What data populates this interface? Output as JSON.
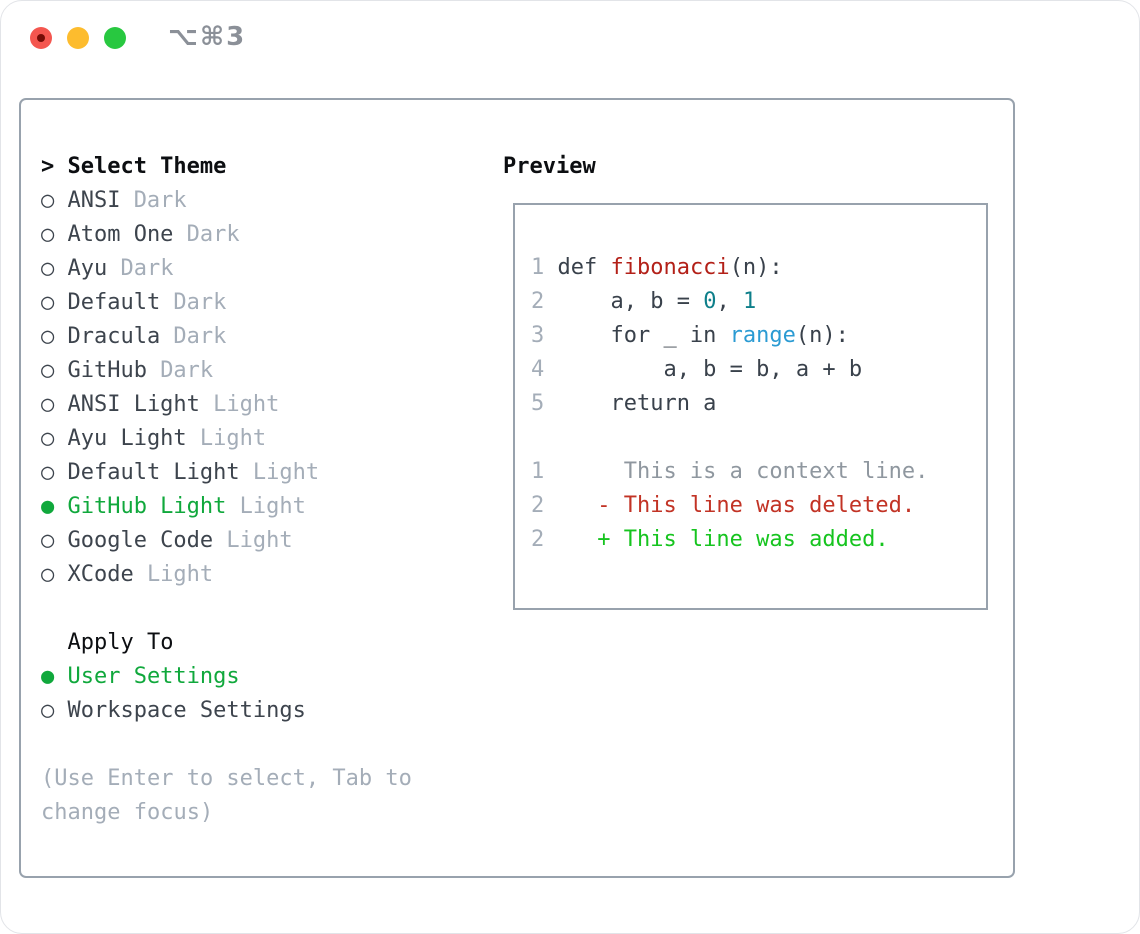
{
  "titlebar": {
    "shortcut": "⌥⌘3"
  },
  "icons": {
    "radio_on": "●",
    "radio_off": "○",
    "prompt": ">"
  },
  "colors": {
    "selected_green": "#10a83c",
    "added_green": "#16c41f",
    "deleted_red": "#c23325",
    "function_red": "#b32018",
    "number_teal": "#0e7f8a",
    "builtin_blue": "#2b9bd3",
    "code_dark": "#39414b",
    "dim_gray": "#a4adb8",
    "context_gray": "#8f979f",
    "panel_border": "#98a2ad"
  },
  "theme_select": {
    "header": "Select Theme",
    "items": [
      {
        "name": "ANSI",
        "tag": "Dark",
        "selected": false
      },
      {
        "name": "Atom One",
        "tag": "Dark",
        "selected": false
      },
      {
        "name": "Ayu",
        "tag": "Dark",
        "selected": false
      },
      {
        "name": "Default",
        "tag": "Dark",
        "selected": false
      },
      {
        "name": "Dracula",
        "tag": "Dark",
        "selected": false
      },
      {
        "name": "GitHub",
        "tag": "Dark",
        "selected": false
      },
      {
        "name": "ANSI Light",
        "tag": "Light",
        "selected": false
      },
      {
        "name": "Ayu Light",
        "tag": "Light",
        "selected": false
      },
      {
        "name": "Default Light",
        "tag": "Light",
        "selected": false
      },
      {
        "name": "GitHub Light",
        "tag": "Light",
        "selected": true
      },
      {
        "name": "Google Code",
        "tag": "Light",
        "selected": false
      },
      {
        "name": "XCode",
        "tag": "Light",
        "selected": false
      }
    ]
  },
  "apply_to": {
    "header": "Apply To",
    "options": [
      {
        "name": "User Settings",
        "selected": true
      },
      {
        "name": "Workspace Settings",
        "selected": false
      }
    ]
  },
  "hint": "(Use Enter to select, Tab to change focus)",
  "preview": {
    "title": "Preview",
    "code_lines": [
      {
        "num": "1",
        "segments": [
          {
            "t": "def ",
            "c": "code"
          },
          {
            "t": "fibonacci",
            "c": "func"
          },
          {
            "t": "(n):",
            "c": "code"
          }
        ]
      },
      {
        "num": "2",
        "segments": [
          {
            "t": "    a, b = ",
            "c": "code"
          },
          {
            "t": "0",
            "c": "num"
          },
          {
            "t": ", ",
            "c": "code"
          },
          {
            "t": "1",
            "c": "num"
          }
        ]
      },
      {
        "num": "3",
        "segments": [
          {
            "t": "    for _ in ",
            "c": "code"
          },
          {
            "t": "range",
            "c": "builtin"
          },
          {
            "t": "(n):",
            "c": "code"
          }
        ]
      },
      {
        "num": "4",
        "segments": [
          {
            "t": "        a, b = b, a + b",
            "c": "code"
          }
        ]
      },
      {
        "num": "5",
        "segments": [
          {
            "t": "    return a",
            "c": "code"
          }
        ]
      }
    ],
    "diff_lines": [
      {
        "num": "1",
        "kind": "context",
        "text": "     This is a context line."
      },
      {
        "num": "2",
        "kind": "deleted",
        "text": "   - This line was deleted."
      },
      {
        "num": "2",
        "kind": "added",
        "text": "   + This line was added."
      }
    ]
  }
}
